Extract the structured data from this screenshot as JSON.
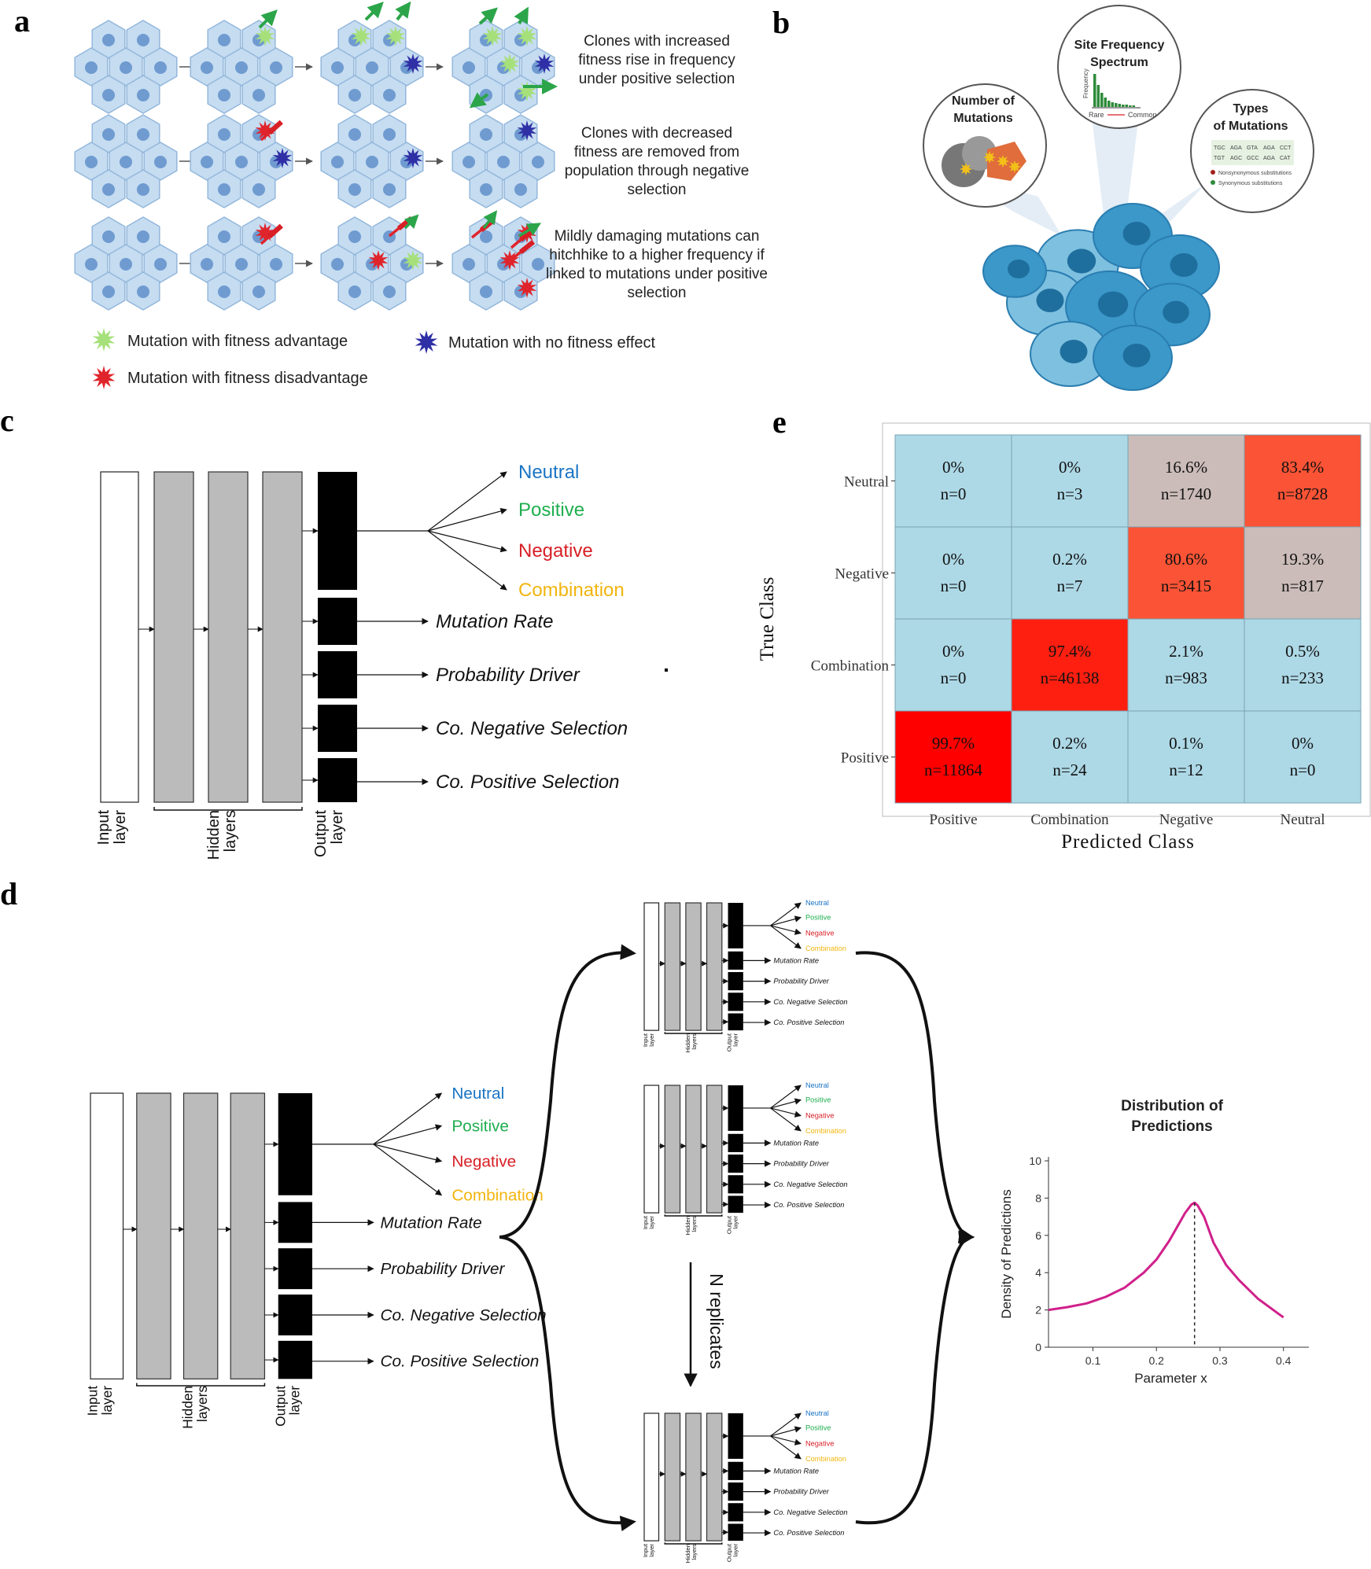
{
  "panels": {
    "a": "a",
    "b": "b",
    "c": "c",
    "d": "d",
    "e": "e"
  },
  "panel_a": {
    "rows": [
      {
        "caption": [
          "Clones with increased",
          "fitness rise in frequency",
          "under positive selection"
        ]
      },
      {
        "caption": [
          "Clones with decreased",
          "fitness are removed from",
          "population through negative",
          "selection"
        ]
      },
      {
        "caption": [
          "Mildly damaging mutations can",
          "hitchhike to a higher frequency if",
          "linked to mutations under positive",
          "selection"
        ]
      }
    ],
    "legend": {
      "advantage": "Mutation with fitness advantage",
      "no_effect": "Mutation with no fitness effect",
      "disadvantage": "Mutation with fitness disadvantage"
    },
    "colors": {
      "cell_fill": "#c5dcf1",
      "cell_stroke": "#93b7db",
      "nucleus": "#6f9bd0",
      "advantage": "#a6e07a",
      "no_effect": "#2f2fa6",
      "disadvantage": "#e0242c",
      "arrow_green": "#2ca54a"
    }
  },
  "panel_b": {
    "bubble_mutations": [
      "Number of",
      "Mutations"
    ],
    "bubble_sfs": [
      "Site Frequency",
      "Spectrum"
    ],
    "sfs_axis_y": "Frequency",
    "sfs_axis_rare": "Rare",
    "sfs_axis_common": "Common",
    "bubble_types": [
      "Types",
      "of Mutations"
    ],
    "codons_row1": [
      "TGC",
      "AGA",
      "GTA",
      "AGA",
      "CCT"
    ],
    "codons_row2": [
      "TGT",
      "AGC",
      "GCC",
      "AGA",
      "CAT"
    ],
    "legend_nonsyn": "Nonsynonymous substitutions",
    "legend_syn": "Synonymous substitutions",
    "colors": {
      "cell_blue": "#3b98c8",
      "cell_light": "#7ec0e0",
      "sfs_bar": "#2e8b3a"
    }
  },
  "nn": {
    "class_labels": [
      "Neutral",
      "Positive",
      "Negative",
      "Combination"
    ],
    "class_colors": [
      "#1a74c4",
      "#1fae4f",
      "#d81f26",
      "#f2b50f"
    ],
    "outputs": [
      "Mutation Rate",
      "Probability Driver",
      "Co. Negative Selection",
      "Co. Positive Selection"
    ],
    "input_label": [
      "Input",
      "layer"
    ],
    "hidden_label": [
      "Hidden",
      "layers"
    ],
    "output_label": [
      "Output",
      "layer"
    ]
  },
  "panel_d": {
    "replicates": "N replicates",
    "chart_data": {
      "type": "line",
      "title": [
        "Distribution of",
        "Predictions"
      ],
      "xlabel": "Parameter x",
      "ylabel": "Density of Predictions",
      "x_ticks": [
        0.1,
        0.2,
        0.3,
        0.4
      ],
      "y_ticks": [
        0,
        2,
        4,
        6,
        8,
        10
      ],
      "xlim": [
        0.03,
        0.44
      ],
      "ylim": [
        0,
        10
      ],
      "peak_x": 0.26,
      "series": [
        {
          "color": "#d0208a",
          "x": [
            0.03,
            0.06,
            0.09,
            0.12,
            0.15,
            0.18,
            0.2,
            0.22,
            0.235,
            0.245,
            0.255,
            0.26,
            0.265,
            0.275,
            0.29,
            0.31,
            0.33,
            0.36,
            0.39,
            0.4
          ],
          "y": [
            2.0,
            2.15,
            2.35,
            2.7,
            3.2,
            4.0,
            4.7,
            5.7,
            6.6,
            7.2,
            7.65,
            7.75,
            7.6,
            7.0,
            5.6,
            4.4,
            3.6,
            2.6,
            1.85,
            1.6
          ]
        }
      ]
    }
  },
  "panel_e": {
    "chart_data": {
      "type": "heatmap",
      "xlabel": "Predicted Class",
      "ylabel": "True Class",
      "x_categories": [
        "Positive",
        "Combination",
        "Negative",
        "Neutral"
      ],
      "y_categories": [
        "Neutral",
        "Negative",
        "Combination",
        "Positive"
      ],
      "cells": [
        [
          {
            "pct": "0%",
            "n": "n=0",
            "color": "#add8e6"
          },
          {
            "pct": "0%",
            "n": "n=3",
            "color": "#add8e6"
          },
          {
            "pct": "16.6%",
            "n": "n=1740",
            "color": "#cbbcb9"
          },
          {
            "pct": "83.4%",
            "n": "n=8728",
            "color": "#fa5335"
          }
        ],
        [
          {
            "pct": "0%",
            "n": "n=0",
            "color": "#add8e6"
          },
          {
            "pct": "0.2%",
            "n": "n=7",
            "color": "#add8e6"
          },
          {
            "pct": "80.6%",
            "n": "n=3415",
            "color": "#fa5335"
          },
          {
            "pct": "19.3%",
            "n": "n=817",
            "color": "#cbbcb9"
          }
        ],
        [
          {
            "pct": "0%",
            "n": "n=0",
            "color": "#add8e6"
          },
          {
            "pct": "97.4%",
            "n": "n=46138",
            "color": "#ff1f10"
          },
          {
            "pct": "2.1%",
            "n": "n=983",
            "color": "#add8e6"
          },
          {
            "pct": "0.5%",
            "n": "n=233",
            "color": "#add8e6"
          }
        ],
        [
          {
            "pct": "99.7%",
            "n": "n=11864",
            "color": "#ff0000"
          },
          {
            "pct": "0.2%",
            "n": "n=24",
            "color": "#add8e6"
          },
          {
            "pct": "0.1%",
            "n": "n=12",
            "color": "#add8e6"
          },
          {
            "pct": "0%",
            "n": "n=0",
            "color": "#add8e6"
          }
        ]
      ]
    }
  }
}
